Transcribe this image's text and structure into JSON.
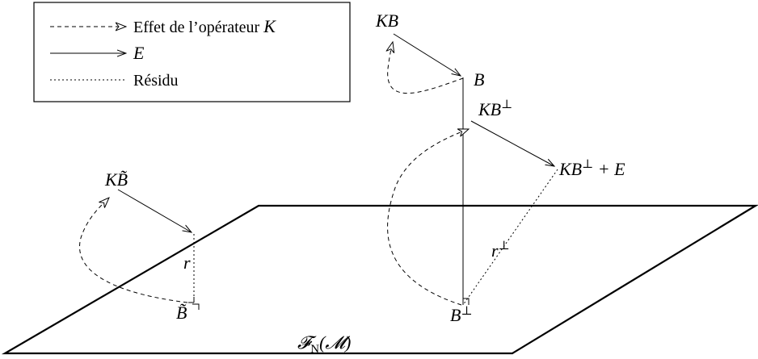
{
  "legend": {
    "items": [
      {
        "style": "dashed-open-arrow",
        "text": "Effet de l’opérateur ",
        "var": "K"
      },
      {
        "style": "solid-arrow",
        "text": "",
        "var": "E"
      },
      {
        "style": "dotted",
        "text": "Résidu",
        "var": ""
      }
    ]
  },
  "labels": {
    "kb": "KB",
    "b": "B",
    "kb_perp": "KB",
    "perp": "⊥",
    "kb_perp_e_main": "KB",
    "kb_perp_e_tail": " + E",
    "k_btilde": "KB̃",
    "r": "r",
    "r_perp": "r",
    "btilde": "B̃",
    "b_perp": "B",
    "space": "𝓕",
    "space_sub": "N",
    "space_arg": "(𝓜)"
  },
  "colors": {
    "stroke": "#000000",
    "background": "#ffffff"
  }
}
